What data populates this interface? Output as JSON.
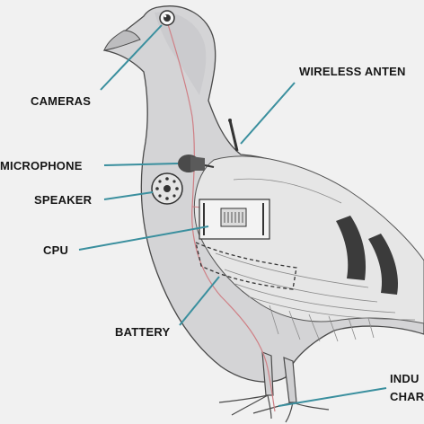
{
  "labels": {
    "cameras": "CAMERAS",
    "wireless_antenna": "WIRELESS ANTEN",
    "microphone": "MICROPHONE",
    "speaker": "SPEAKER",
    "cpu": "CPU",
    "battery": "BATTERY",
    "induction_line1": "INDU",
    "induction_line2": "CHAR"
  },
  "colors": {
    "background": "#f1f1f1",
    "body_fill": "#d4d4d6",
    "body_stroke": "#4a4a4a",
    "wing_fill": "#e6e6e6",
    "wing_band": "#3b3b3b",
    "leader_line": "#3a8f9e",
    "wire": "#cf7f85"
  },
  "icons": [
    "camera-eye-icon",
    "antenna-icon",
    "microphone-icon",
    "speaker-icon",
    "cpu-chip-icon",
    "battery-icon"
  ]
}
